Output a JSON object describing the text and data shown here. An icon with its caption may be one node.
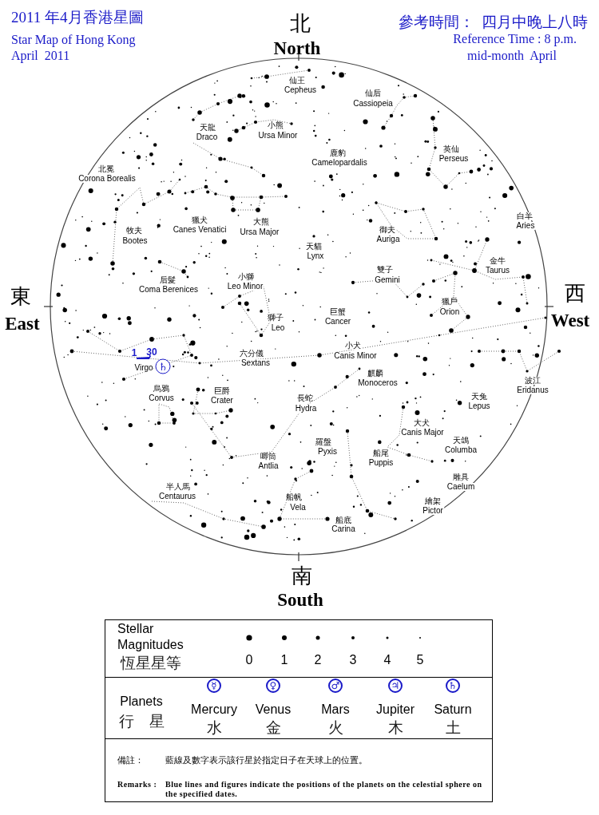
{
  "diagram": {
    "title": "2011 年4月香港星圖",
    "labels": [
      "Star Map of Hong Kong",
      "April  2011",
      "北",
      "North",
      "參考時間：  四月中晚上八時",
      "Reference Time : 8 p.m.",
      "mid-month  April",
      "仙王",
      "Cepheus",
      "天龍",
      "Draco",
      "小熊",
      "Ursa Minor",
      "仙后",
      "Cassiopeia",
      "鹿豹",
      "Camelopardalis",
      "英仙",
      "Perseus",
      "北冕",
      "Corona Borealis",
      "獵犬",
      "Canes Venatici",
      "大熊",
      "Ursa Major",
      "白羊",
      "Aries",
      "御夫",
      "Auriga",
      "牧夫",
      "Bootes",
      "天貓",
      "Lynx",
      "雙子",
      "Gemini",
      "金牛",
      "Taurus",
      "后髮",
      "Coma Berenices",
      "小獅",
      "Leo Minor",
      "東",
      "East",
      "西",
      "West",
      "獅子",
      "Leo",
      "巨蟹",
      "Cancer",
      "獵戶",
      "Orion",
      "1",
      "30",
      "六分儀",
      "Sextans",
      "小犬",
      "Canis Minor",
      "Virgo",
      "♄",
      "麒麟",
      "Monoceros",
      "烏鴉",
      "Corvus",
      "巨爵",
      "Crater",
      "長蛇",
      "Hydra",
      "波江",
      "Eridanus",
      "天兔",
      "Lepus",
      "大犬",
      "Canis Major",
      "羅盤",
      "Pyxis",
      "天鴿",
      "Columba",
      "船尾",
      "Puppis",
      "唧筒",
      "Antlia",
      "雕具",
      "半人馬",
      "Caelum",
      "Centaurus",
      "船帆",
      "Vela",
      "繪架",
      "Pictor",
      "船底",
      "Carina",
      "南",
      "South",
      "Stellar",
      "Magnitudes",
      "恆星星等",
      "0",
      "1",
      "2",
      "3",
      "4",
      "5",
      "Planets",
      "行　星",
      "☿",
      "♀",
      "♂",
      "♃",
      "♄",
      "Mercury",
      "Venus",
      "Mars",
      "Jupiter",
      "Saturn",
      "水",
      "金",
      "火",
      "木",
      "土",
      "備註：",
      "藍線及數字表示該行星於指定日子在天球上的位置。",
      "Remarks :",
      "Blue lines and figures indicate the positions of the planets on the celestial sphere on the specified dates."
    ]
  }
}
